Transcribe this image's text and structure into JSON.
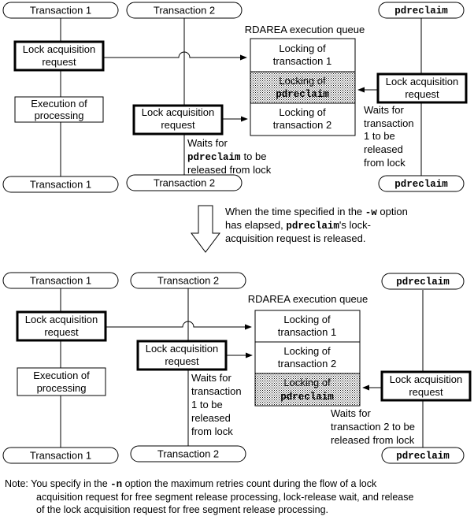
{
  "colors": {
    "line": "#000000",
    "background": "#ffffff",
    "hatch": "#000000"
  },
  "top": {
    "transaction1": "Transaction 1",
    "transaction2": "Transaction 2",
    "pdreclaim": "pdreclaim",
    "queue_title": "RDAREA execution queue",
    "lock_request_t1": [
      "Lock acquisition",
      "request"
    ],
    "execution": [
      "Execution of",
      "processing"
    ],
    "lock_request_t2": [
      "Lock acquisition",
      "request"
    ],
    "lock_request_pd": [
      "Lock acquisition",
      "request"
    ],
    "queue_slot1": [
      "Locking of",
      "transaction 1"
    ],
    "queue_slot2": [
      "Locking of",
      "pdreclaim"
    ],
    "queue_slot3": [
      "Locking of",
      "transaction 2"
    ],
    "wait_t2": [
      "Waits for",
      "pdreclaim",
      "to be",
      "released from lock"
    ],
    "wait_pd": [
      "Waits for",
      "transaction",
      "1 to be",
      "released",
      "from lock"
    ]
  },
  "arrow_note": {
    "line1_pre": "When the time specified in the ",
    "line1_opt": "-w",
    "line1_post": " option",
    "line2_pre": "has elapsed, ",
    "line2_mono": "pdreclaim",
    "line2_post": "'s lock-",
    "line3": "acquisition request is released."
  },
  "bottom": {
    "transaction1": "Transaction 1",
    "transaction2": "Transaction 2",
    "pdreclaim": "pdreclaim",
    "queue_title": "RDAREA execution queue",
    "lock_request_t1": [
      "Lock acquisition",
      "request"
    ],
    "execution": [
      "Execution of",
      "processing"
    ],
    "lock_request_t2": [
      "Lock acquisition",
      "request"
    ],
    "lock_request_pd": [
      "Lock acquisition",
      "request"
    ],
    "queue_slot1": [
      "Locking of",
      "transaction 1"
    ],
    "queue_slot2": [
      "Locking of",
      "transaction 2"
    ],
    "queue_slot3": [
      "Locking of",
      "pdreclaim"
    ],
    "wait_t2": [
      "Waits for",
      "transaction",
      "1 to be",
      "released",
      "from lock"
    ],
    "wait_pd": [
      "Waits for",
      "transaction 2 to be",
      "released from lock"
    ]
  },
  "note": {
    "pre": "Note: You specify in the ",
    "opt": "-n",
    "post": " option the maximum retries count during the flow of a lock",
    "line2": "acquisition request for free segment release processing, lock-release wait, and release",
    "line3": "of the lock acquisition request for free segment release processing."
  }
}
